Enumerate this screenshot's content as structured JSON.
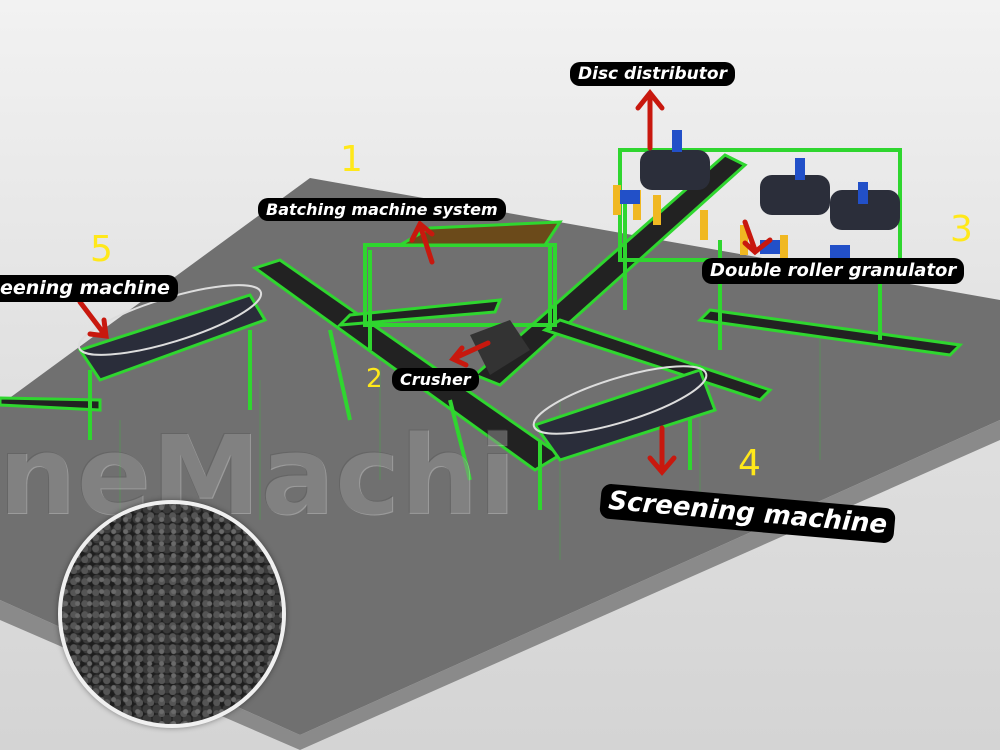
{
  "watermark": "ineMachi",
  "labels": {
    "disc_distributor": "Disc distributor",
    "batching": "Batching machine system",
    "granulator": "Double roller granulator",
    "screening_left": "eening machine",
    "crusher": "Crusher",
    "screening_main": "Screening machine"
  },
  "numbers": {
    "n1": "1",
    "n2": "2",
    "n3": "3",
    "n4": "4",
    "n5": "5"
  },
  "colors": {
    "frame": "#2fd62f",
    "arrow": "#c8180e",
    "number": "#ffe81a",
    "platform": "#6e6e6e"
  }
}
